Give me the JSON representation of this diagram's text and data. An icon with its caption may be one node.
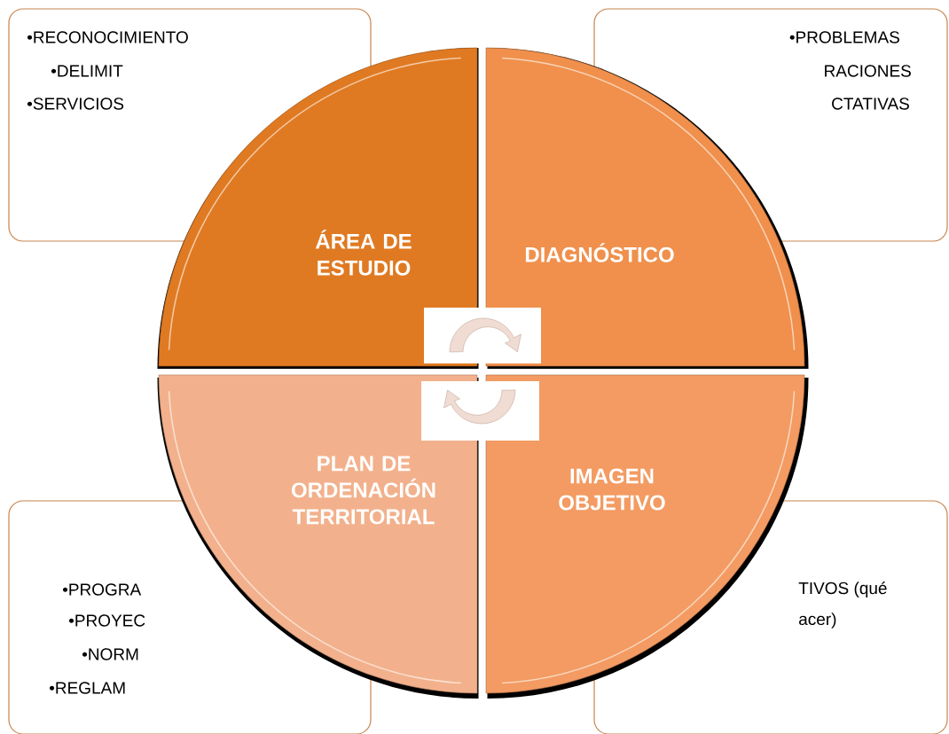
{
  "diagram": {
    "nodes": [
      {
        "text": [
          "•RECONOCIMIENTO",
          "•DELIMIT",
          "•SERVICIOS"
        ]
      },
      {
        "text": [
          "•PROBLEMAS",
          "RACIONES",
          "CTATIVAS"
        ]
      },
      {
        "text": [
          "ÁREA DE ESTUDIO"
        ]
      },
      {
        "text": [
          "DIAGNÓSTICO"
        ]
      },
      {
        "text": [
          "PLAN DE ORDENACIÓN TERRITORIAL"
        ]
      },
      {
        "text": [
          "IMAGEN OBJETIVO"
        ]
      },
      {
        "text": [
          "•PROGRA",
          "•PROYEC",
          "•NORM",
          "•REGLAM"
        ]
      },
      {
        "text": [
          "TIVOS (qué",
          "acer)"
        ]
      }
    ]
  }
}
